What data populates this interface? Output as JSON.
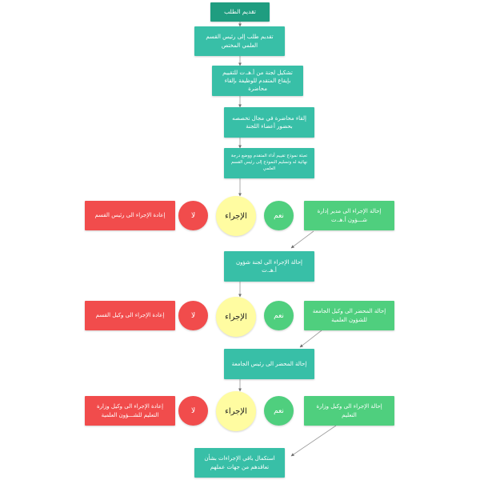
{
  "flow": {
    "start": "تقديم الطلب",
    "step1": "تقديم طلب إلى رئيس القسم العلمي المختص",
    "step2": "تشكيل لجنة من أ.هـ.ت للتقييم بإيقاع المتقدم للوظيفة بإلقاء محاضرة",
    "step3": "إلقاء محاضرة في مجال تخصصه بحضور أعضاء اللجنة",
    "step4": "تعبئة نموذج تقييم أداء المتقدم ووضع درجة نهائية له وتسليم النموذج إلى رئيس القسم العلمي",
    "stage1": {
      "decision": "الإجراء",
      "yes_label": "نعم",
      "no_label": "لا",
      "yes_action": "إحالة الإجراء الى مدير إدارة شـــؤون أ.هـ.ت",
      "no_action": "إعادة الإجراء الى رئيس القسم"
    },
    "step5": "إحالة الإجراء الى لجنة شؤون أ.هـ.ت",
    "stage2": {
      "decision": "الإجراء",
      "yes_label": "نعم",
      "no_label": "لا",
      "yes_action": "إحالة المحضر الى وكيل الجامعة للشؤون العلمية",
      "no_action": "إعادة الإجراء الى وكيل القسم"
    },
    "step6": "إحالة المحضر الى رئيس الجامعة",
    "stage3": {
      "decision": "الإجراء",
      "yes_label": "نعم",
      "no_label": "لا",
      "yes_action": "إحالة الإجراء الى وكيل وزارة التعليم",
      "no_action": "إعادة الإجراء الى وكيل وزارة التعليم للشـــؤون العلمية"
    },
    "end": "استكمال باقي الإجراءات بشأن تعاقدهم من جهات عملهم"
  },
  "colors": {
    "start": "#1f9d80",
    "process": "#38bfa7",
    "yes": "#4fcf7e",
    "no": "#f14c4c",
    "decision": "#fffca1",
    "connector": "#8a8a8a"
  }
}
